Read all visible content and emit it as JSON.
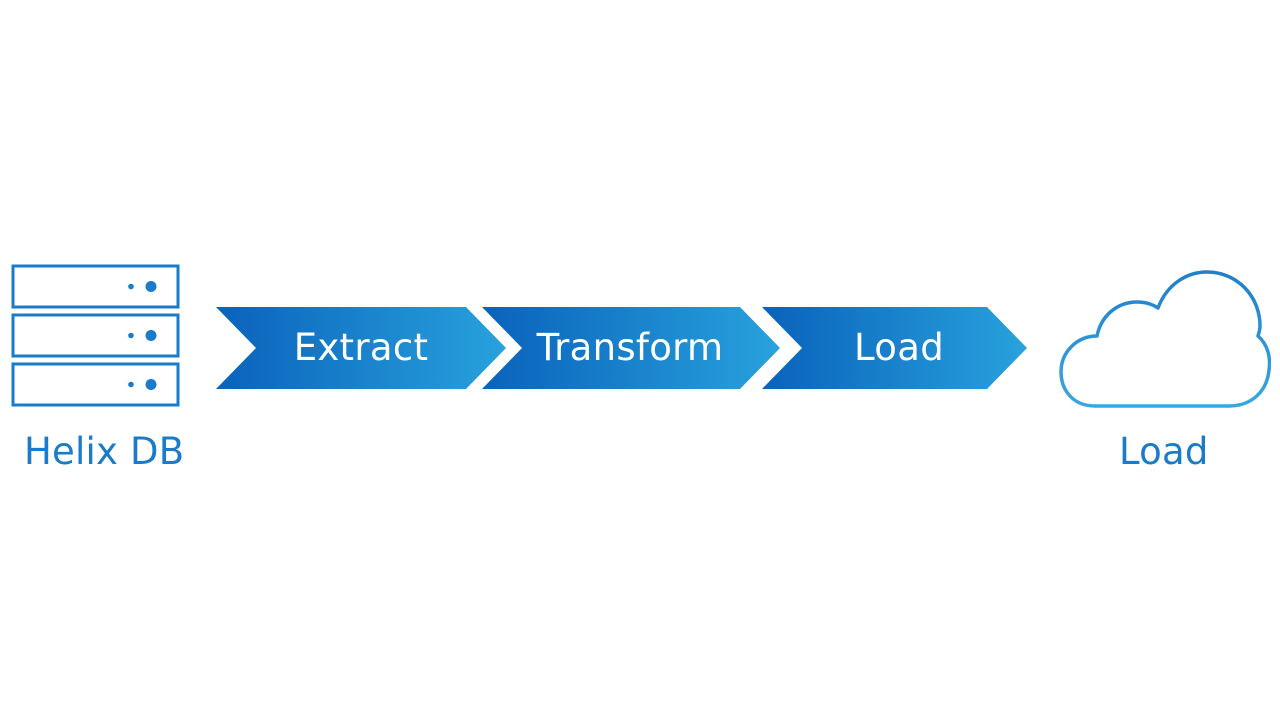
{
  "diagram": {
    "source": {
      "label": "Helix DB",
      "icon": "server-stack-icon"
    },
    "target": {
      "label": "Load",
      "icon": "cloud-icon"
    },
    "steps": [
      {
        "label": "Extract"
      },
      {
        "label": "Transform"
      },
      {
        "label": "Load"
      }
    ]
  },
  "colors": {
    "primary": "#1a7bc8",
    "chevron_dark": "#0a62bb",
    "chevron_light": "#28a2dd",
    "cloud_stroke": "#2a8fd3",
    "background": "#ffffff"
  }
}
